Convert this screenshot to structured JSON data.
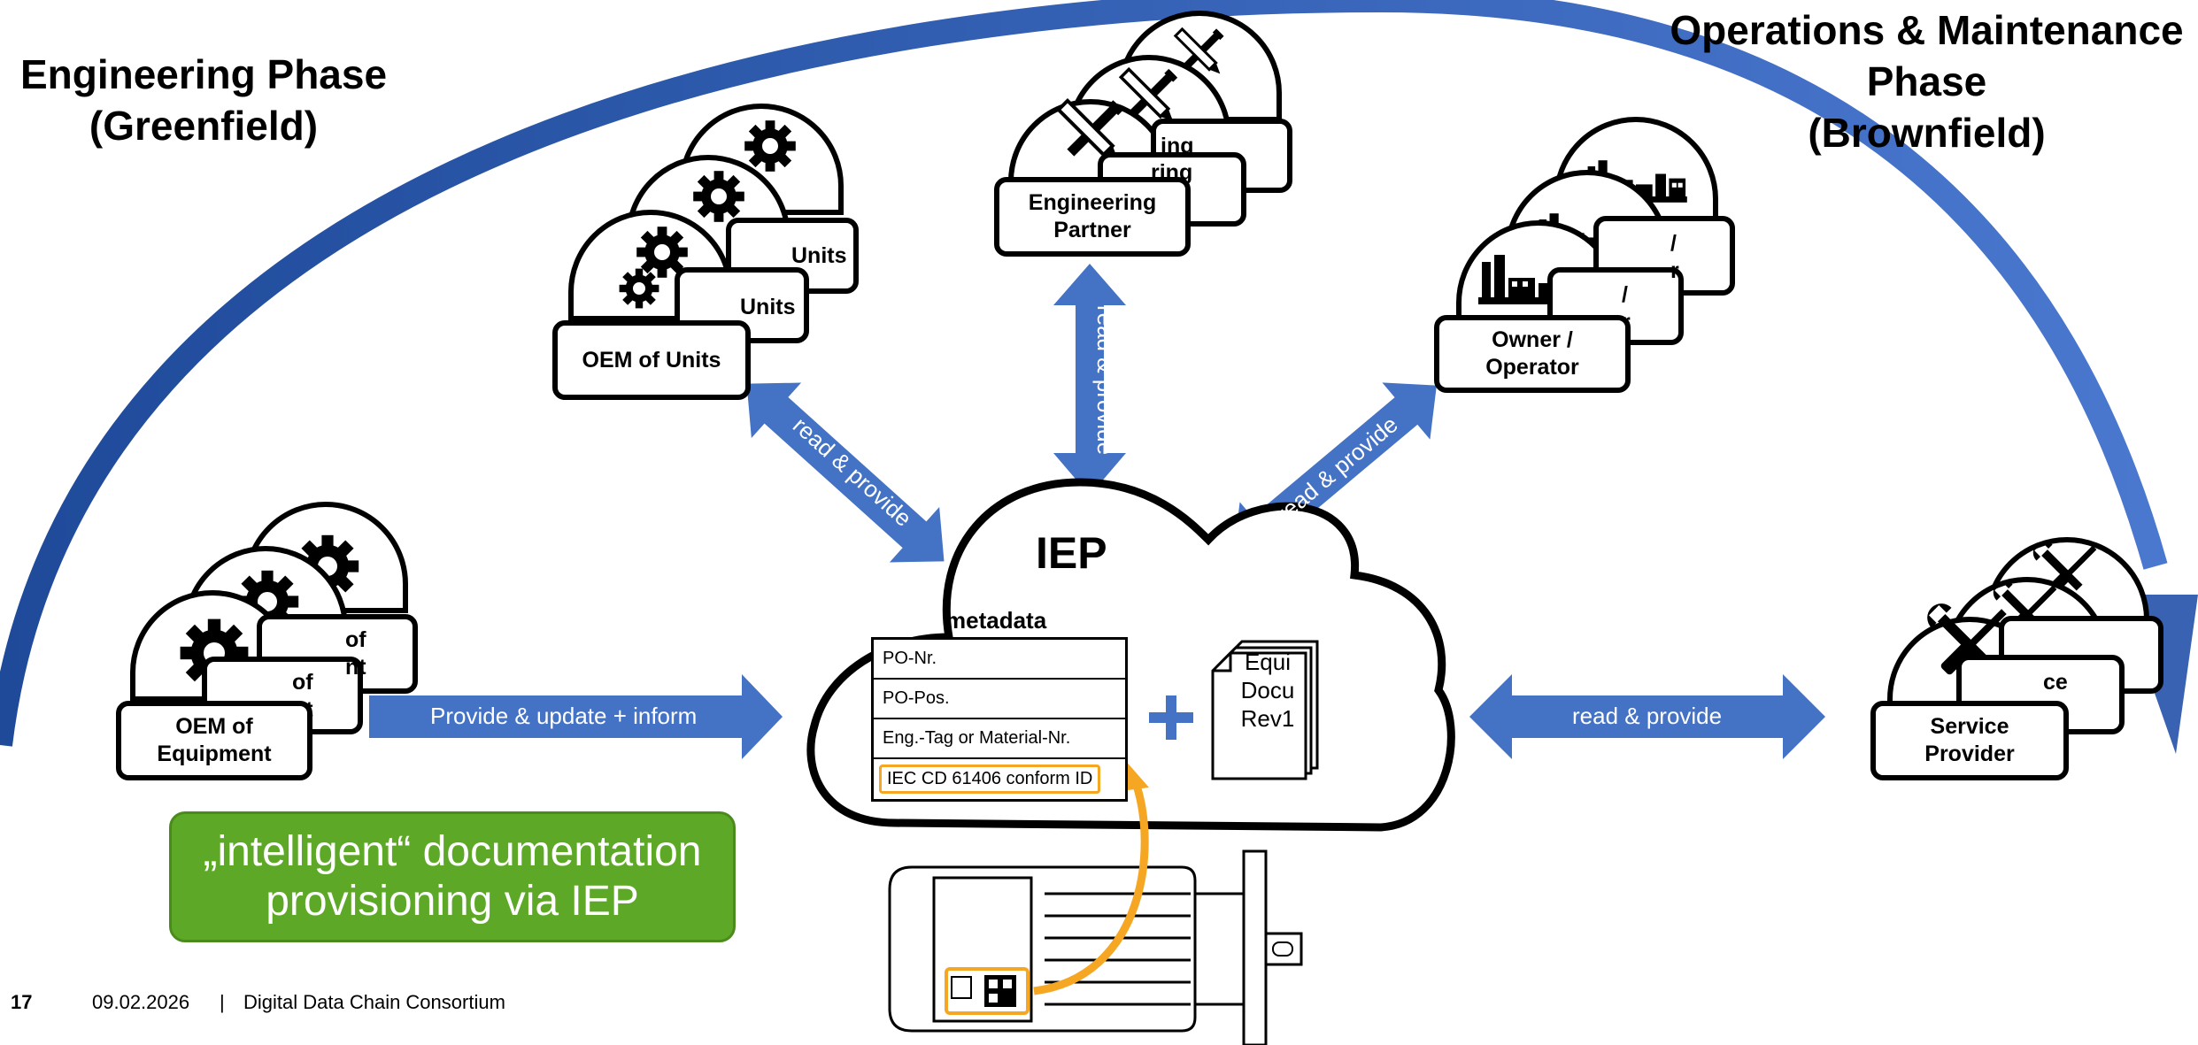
{
  "phases": {
    "engineering": "Engineering Phase\n(Greenfield)",
    "operations": "Operations & Maintenance\nPhase\n(Brownfield)"
  },
  "actors": {
    "engineering_partner": "Engineering\nPartner",
    "engineering_partner_back1": "ring",
    "engineering_partner_back2": "ing",
    "oem_units": "OEM of Units",
    "oem_units_back1": "Units",
    "oem_units_back2": "Units",
    "owner_operator": "Owner /\nOperator",
    "owner_operator_back1": "/\nr",
    "owner_operator_back2": "/\nr",
    "oem_equipment": "OEM of\nEquipment",
    "oem_equipment_back1": "of\nnt",
    "oem_equipment_back2": "of\nnt",
    "service_provider": "Service\nProvider",
    "service_provider_back1": "ce\nr"
  },
  "arrows": {
    "oem_units": "read & provide",
    "engineering": "read & provide",
    "owner": "read & provide",
    "oem_equipment": "Provide & update + inform",
    "service": "read & provide"
  },
  "iep": {
    "title": "IEP",
    "metadata_title": "metadata",
    "metadata_rows": [
      "PO-Nr.",
      "PO-Pos.",
      "Eng.-Tag or Material-Nr.",
      "IEC CD 61406 conform ID"
    ],
    "plus": "+",
    "document": "Equi\nDocu\nRev1"
  },
  "callout": "„intelligent“ documentation\nprovisioning via IEP",
  "footer": {
    "page": "17",
    "date": "09.02.2026",
    "separator": "|",
    "org": "Digital Data Chain Consortium"
  },
  "colors": {
    "arrow_blue": "#4472c4",
    "arc_blue": "#3a62b2",
    "highlight_orange": "#f5a623",
    "callout_green": "#5ea827"
  }
}
